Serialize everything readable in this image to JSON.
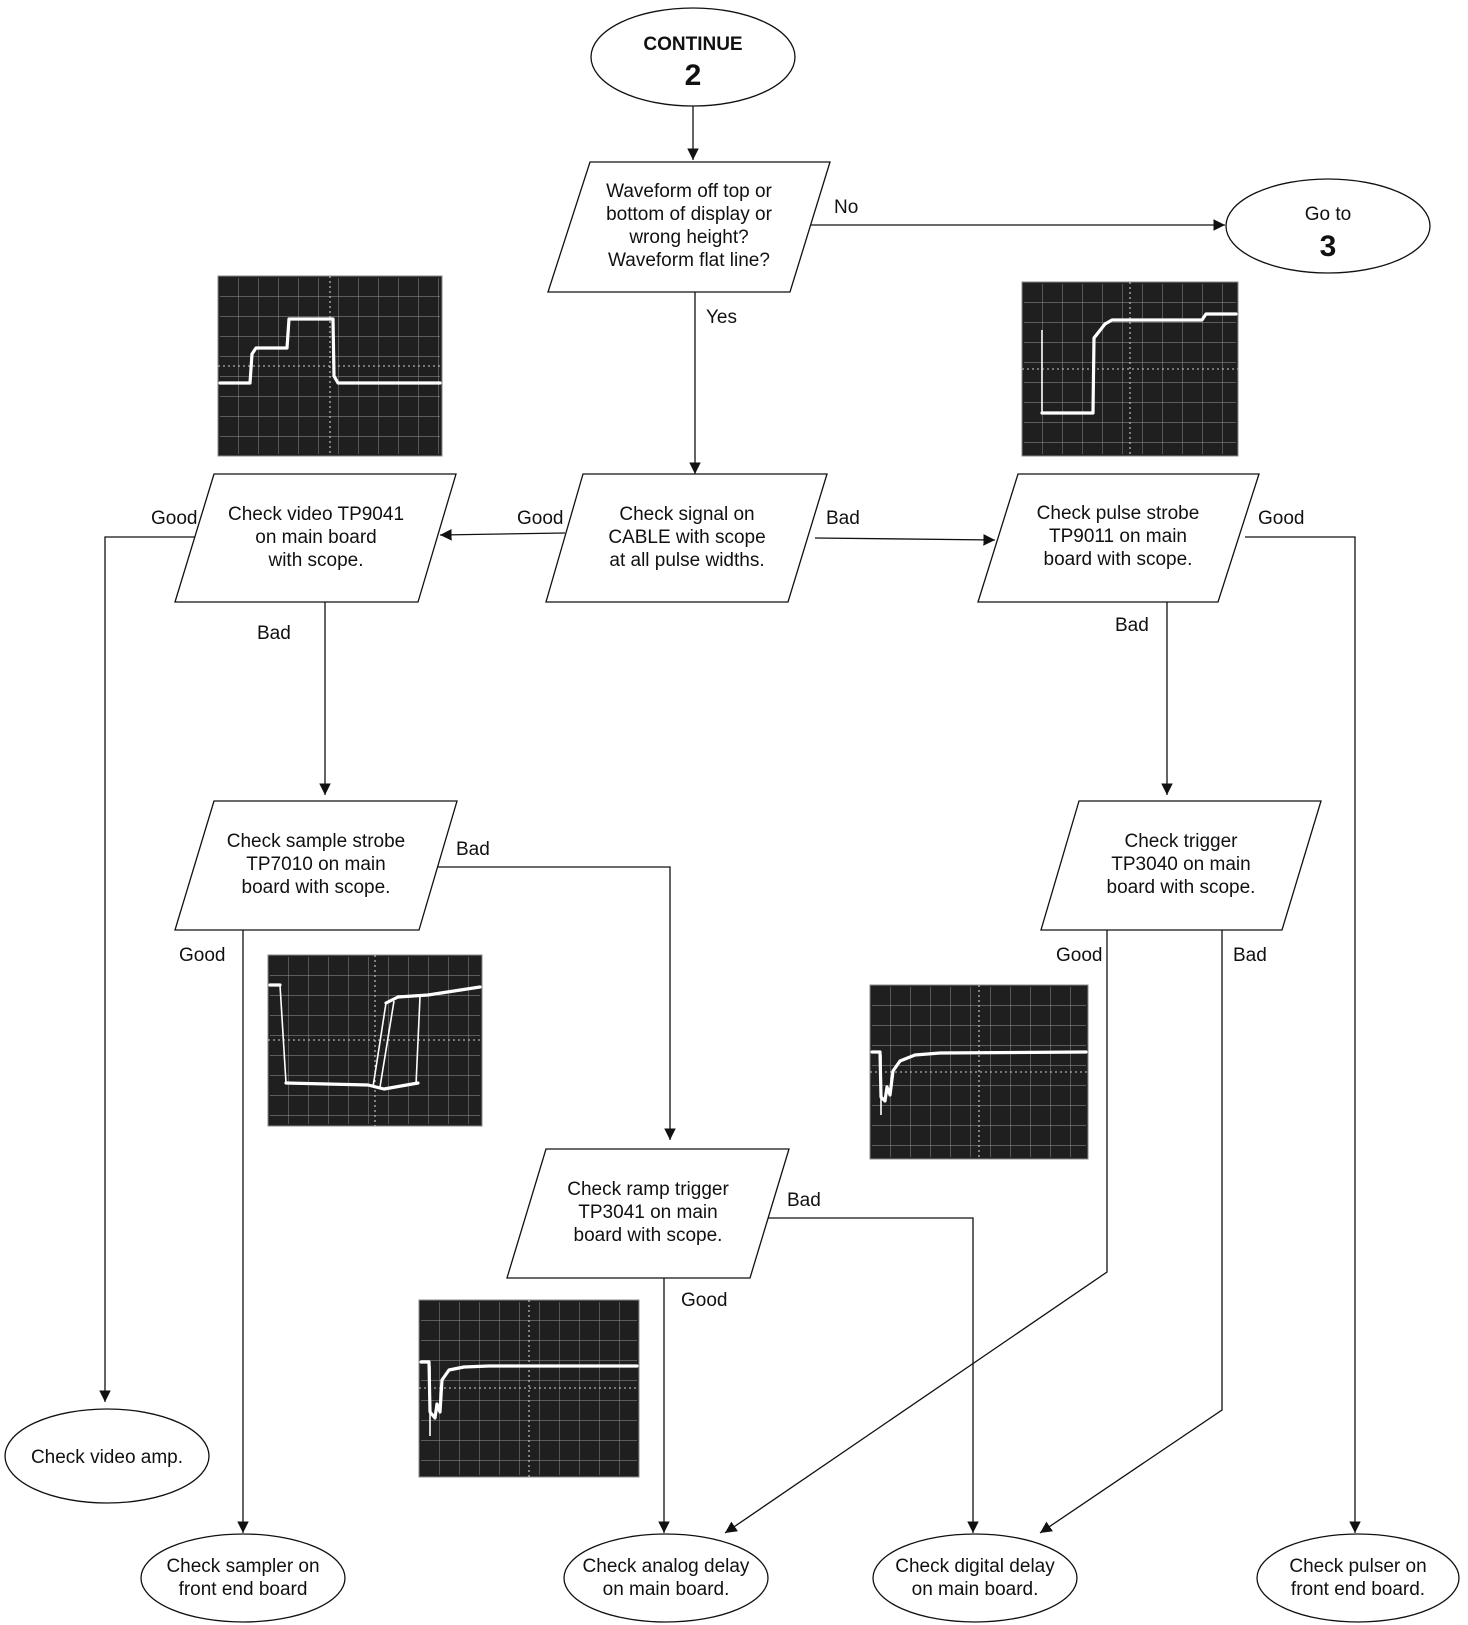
{
  "nodes": {
    "continue": {
      "label": "CONTINUE",
      "number": "2"
    },
    "goto": {
      "label": "Go to",
      "number": "3"
    },
    "waveform_decision": {
      "lines": [
        "Waveform off top or",
        "bottom of display or",
        "wrong height?",
        "Waveform flat line?"
      ]
    },
    "check_signal": {
      "lines": [
        "Check signal on",
        "CABLE with scope",
        "at all pulse widths."
      ]
    },
    "check_video_tp": {
      "lines": [
        "Check video TP9041",
        "on main board",
        "with scope."
      ]
    },
    "check_pulse_strobe": {
      "lines": [
        "Check pulse strobe",
        "TP9011 on main",
        "board with scope."
      ]
    },
    "check_sample_strobe": {
      "lines": [
        "Check sample strobe",
        "TP7010 on main",
        "board with scope."
      ]
    },
    "check_trigger": {
      "lines": [
        "Check trigger",
        "TP3040 on main",
        "board with scope."
      ]
    },
    "check_ramp_trigger": {
      "lines": [
        "Check ramp trigger",
        "TP3041 on main",
        "board with scope."
      ]
    },
    "check_video_amp": {
      "lines": [
        "Check video amp."
      ]
    },
    "check_sampler": {
      "lines": [
        "Check sampler on",
        "front end board"
      ]
    },
    "check_analog_delay": {
      "lines": [
        "Check analog delay",
        "on main board."
      ]
    },
    "check_digital_delay": {
      "lines": [
        "Check digital delay",
        "on main board."
      ]
    },
    "check_pulser": {
      "lines": [
        "Check pulser on",
        "front end board."
      ]
    }
  },
  "edge_labels": {
    "no": "No",
    "yes": "Yes",
    "signal_good": "Good",
    "signal_bad": "Bad",
    "video_good": "Good",
    "video_bad": "Bad",
    "pulse_good": "Good",
    "pulse_bad": "Bad",
    "sample_bad": "Bad",
    "sample_good": "Good",
    "trigger_good": "Good",
    "trigger_bad": "Bad",
    "ramp_bad": "Bad",
    "ramp_good": "Good"
  },
  "colors": {
    "line": "#111111",
    "scope_screen": "#1f1f1f",
    "trace": "#ffffff"
  },
  "scope_images": [
    "video-step-waveform",
    "pulse-strobe-waveform",
    "sample-strobe-waveform",
    "trigger-waveform",
    "ramp-trigger-waveform"
  ]
}
